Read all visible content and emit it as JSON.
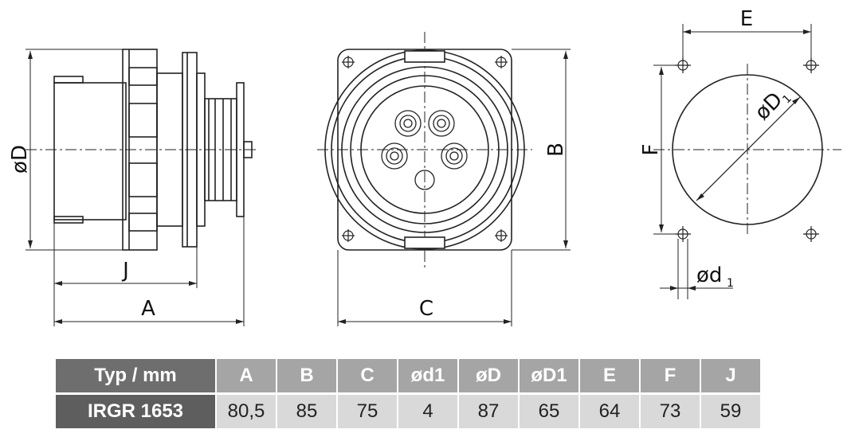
{
  "drawing_labels": {
    "oD": "øD",
    "J": "J",
    "A": "A",
    "B": "B",
    "C": "C",
    "E": "E",
    "F": "F",
    "oD1": "øD",
    "oD1_sub": "1",
    "od1": "ød",
    "od1_sub": "1"
  },
  "table": {
    "header": [
      "Typ / mm",
      "A",
      "B",
      "C",
      "ød1",
      "øD",
      "øD1",
      "E",
      "F",
      "J"
    ],
    "row": [
      "IRGR 1653",
      "80,5",
      "85",
      "75",
      "4",
      "87",
      "65",
      "64",
      "73",
      "59"
    ]
  }
}
